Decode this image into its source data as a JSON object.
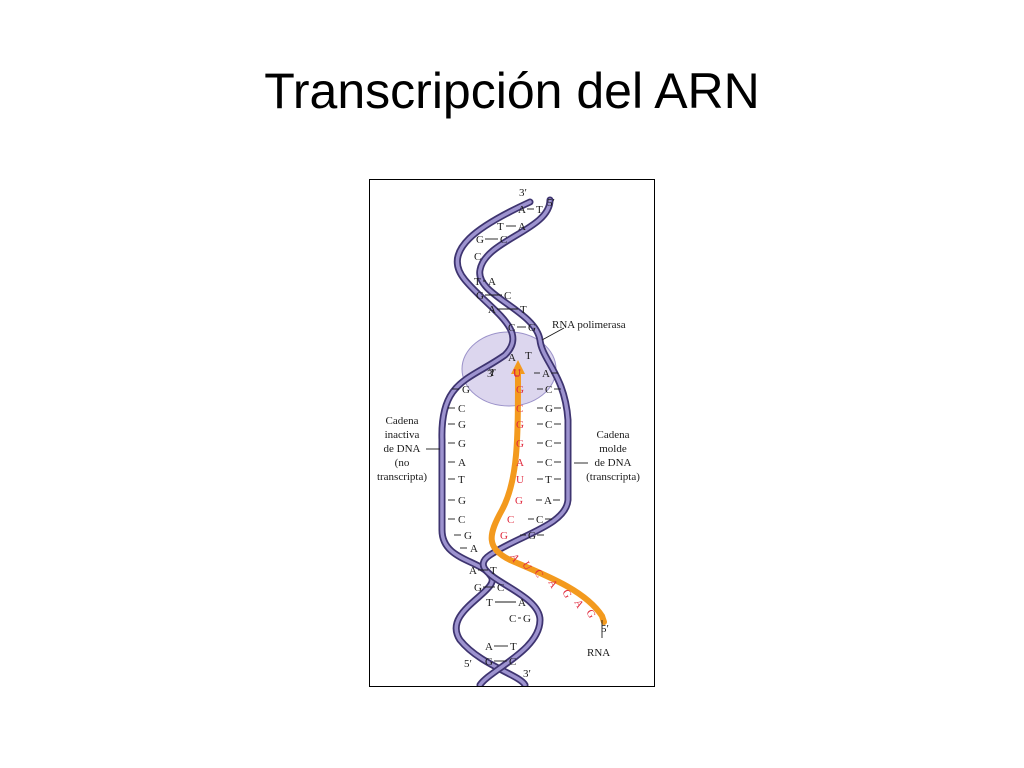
{
  "slide": {
    "title": "Transcripción del ARN"
  },
  "colors": {
    "strand": "#8a7fc0",
    "strand_dark": "#3e3470",
    "rna": "#f39a1e",
    "rna_base": "#e0283c",
    "bubble": "#d6d0ec",
    "text": "#1a1a1a"
  },
  "labels": {
    "polymerase": "RNA polimerasa",
    "inactive": [
      "Cadena",
      "inactiva",
      "de DNA",
      "(no",
      "transcripta)"
    ],
    "template": [
      "Cadena",
      "molde",
      "de DNA",
      "(transcripta)"
    ],
    "rna": "RNA",
    "top_3": "3′",
    "top_5": "5′",
    "bottom_5": "5′",
    "bottom_3": "3′",
    "rna_3": "3′",
    "rna_5": "5′"
  },
  "top_pairs": [
    [
      "A",
      "T"
    ],
    [
      "T",
      "A"
    ],
    [
      "G",
      "C"
    ],
    [
      "C",
      ""
    ],
    [
      "T",
      "A"
    ],
    [
      "G",
      "C"
    ],
    [
      "A",
      "T"
    ],
    [
      "C",
      "G"
    ]
  ],
  "bubble_pairs": [
    [
      "A",
      "T"
    ],
    [
      "T",
      "U"
    ]
  ],
  "bubble_right_dna": [
    "A",
    "C",
    "G",
    "C",
    "C",
    "C",
    "T",
    "A",
    "C",
    "G",
    "C"
  ],
  "coding_strand": [
    "G",
    "C",
    "G",
    "G",
    "A",
    "T",
    "G",
    "C",
    "G",
    "A"
  ],
  "rna_in_bubble": [
    "U",
    "G",
    "C",
    "G",
    "G",
    "A",
    "U",
    "G",
    "C",
    "G"
  ],
  "rna_tail": [
    "A",
    "U",
    "C",
    "A",
    "G",
    "A",
    "G"
  ],
  "bottom_pairs": [
    [
      "A",
      "T"
    ],
    [
      "G",
      "C"
    ],
    [
      "T",
      "A"
    ],
    [
      "C",
      "G"
    ],
    [
      "A",
      "T"
    ],
    [
      "G",
      "C"
    ]
  ]
}
